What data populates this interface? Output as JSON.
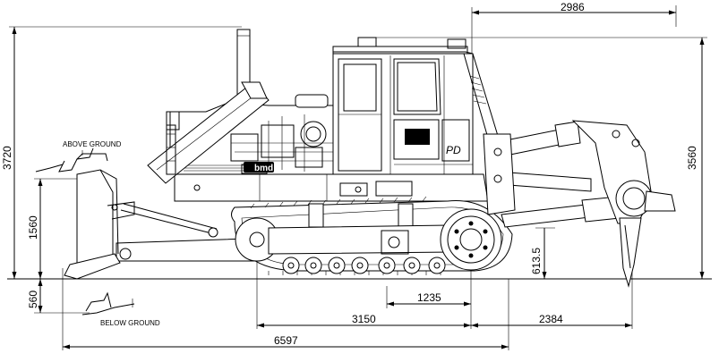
{
  "dimensions": {
    "top_length": "2986",
    "overall_height": "3720",
    "cab_height": "3560",
    "blade_height": "1560",
    "blade_depth": "560",
    "ripper_depth": "613.5",
    "sprocket_offset": "1235",
    "track_length": "3150",
    "ripper_length": "2384",
    "overall_length": "6597"
  },
  "labels": {
    "above_ground": "ABOVE GROUND",
    "below_ground": "BELOW GROUND",
    "brand": "bmd",
    "model": "PD"
  },
  "colors": {
    "line": "#000000",
    "background": "#ffffff"
  }
}
